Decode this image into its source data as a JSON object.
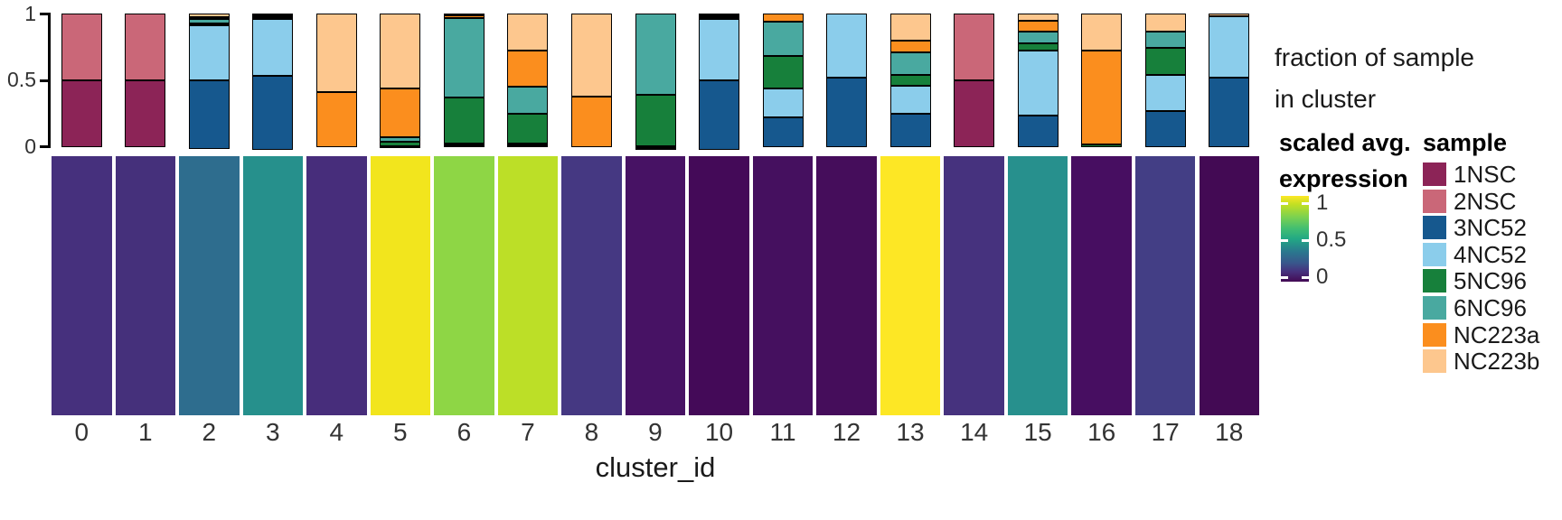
{
  "axis": {
    "yticks": [
      "1",
      "0.5",
      "0"
    ],
    "xlabel": "cluster_id"
  },
  "legends": {
    "fraction_title_line1": "fraction of sample",
    "fraction_title_line2": "in cluster",
    "expression_title_line1": "scaled avg.",
    "expression_title_line2": "expression",
    "colorbar_ticks": [
      "1",
      "0.5",
      "0"
    ],
    "sample_title": "sample",
    "samples": [
      {
        "label": "1NSC",
        "color": "#8c2457"
      },
      {
        "label": "2NSC",
        "color": "#ca6778"
      },
      {
        "label": "3NC52",
        "color": "#16588e"
      },
      {
        "label": "4NC52",
        "color": "#8bcdeb"
      },
      {
        "label": "5NC96",
        "color": "#17803b"
      },
      {
        "label": "6NC96",
        "color": "#49a9a0"
      },
      {
        "label": "NC223a",
        "color": "#fb8e1e"
      },
      {
        "label": "NC223b",
        "color": "#fdc78e"
      }
    ]
  },
  "chart_data": {
    "type": "combo",
    "xlabel": "cluster_id",
    "categories": [
      "0",
      "1",
      "2",
      "3",
      "4",
      "5",
      "6",
      "7",
      "8",
      "9",
      "10",
      "11",
      "12",
      "13",
      "14",
      "15",
      "16",
      "17",
      "18"
    ],
    "panels": [
      {
        "name": "fraction of sample in cluster",
        "type": "stacked_bar",
        "ylim": [
          0,
          1
        ],
        "yticks": [
          0,
          0.5,
          1
        ],
        "stack_order_bottom_to_top": [
          "1NSC",
          "2NSC",
          "3NC52",
          "4NC52",
          "5NC96",
          "6NC96",
          "NC223a",
          "NC223b"
        ],
        "series": [
          {
            "name": "1NSC",
            "color": "#8c2457",
            "values": [
              0.5,
              0.5,
              0,
              0,
              0,
              0,
              0,
              0.01,
              0,
              0.005,
              0,
              0,
              0,
              0,
              0.5,
              0,
              0,
              0,
              0
            ]
          },
          {
            "name": "2NSC",
            "color": "#ca6778",
            "values": [
              0.5,
              0.5,
              0,
              0,
              0,
              0,
              0,
              0,
              0,
              0,
              0,
              0,
              0,
              0,
              0.5,
              0,
              0,
              0,
              0
            ]
          },
          {
            "name": "3NC52",
            "color": "#16588e",
            "values": [
              0,
              0,
              0.51,
              0.55,
              0,
              0.01,
              0.02,
              0.02,
              0,
              0.005,
              0.52,
              0.22,
              0.52,
              0.25,
              0,
              0.235,
              0,
              0.27,
              0.52
            ]
          },
          {
            "name": "4NC52",
            "color": "#8bcdeb",
            "values": [
              0,
              0,
              0.415,
              0.425,
              0,
              0,
              0.01,
              0,
              0,
              0,
              0.46,
              0.22,
              0.48,
              0.21,
              0,
              0.485,
              0,
              0.27,
              0.46
            ]
          },
          {
            "name": "5NC96",
            "color": "#17803b",
            "values": [
              0,
              0,
              0.01,
              0,
              0,
              0.03,
              0.34,
              0.22,
              0,
              0.385,
              0,
              0.24,
              0,
              0.08,
              0,
              0.06,
              0.02,
              0.2,
              0
            ]
          },
          {
            "name": "6NC96",
            "color": "#49a9a0",
            "values": [
              0,
              0,
              0.035,
              0.005,
              0,
              0.035,
              0.595,
              0.2,
              0,
              0.605,
              0.005,
              0.26,
              0,
              0.17,
              0,
              0.085,
              0,
              0.125,
              0
            ]
          },
          {
            "name": "NC223a",
            "color": "#fb8e1e",
            "values": [
              0,
              0,
              0.005,
              0.005,
              0.41,
              0.365,
              0.02,
              0.27,
              0.38,
              0,
              0.005,
              0.06,
              0,
              0.09,
              0,
              0.08,
              0.7,
              0,
              0
            ]
          },
          {
            "name": "NC223b",
            "color": "#fdc78e",
            "values": [
              0,
              0,
              0.025,
              0.015,
              0.59,
              0.56,
              0.015,
              0.28,
              0.62,
              0,
              0.01,
              0,
              0,
              0.2,
              0,
              0.055,
              0.28,
              0.135,
              0.02
            ]
          }
        ]
      },
      {
        "name": "scaled avg. expression",
        "type": "heatmap",
        "scale_ticks": [
          0,
          0.5,
          1
        ],
        "values": [
          0.18,
          0.18,
          0.45,
          0.55,
          0.15,
          0.93,
          0.8,
          0.85,
          0.2,
          0.08,
          0.04,
          0.07,
          0.05,
          0.97,
          0.18,
          0.55,
          0.06,
          0.25,
          0.02
        ],
        "cell_colors": [
          "#46307d",
          "#45307b",
          "#2e6d8e",
          "#26908c",
          "#472d7b",
          "#f2e51d",
          "#8ed645",
          "#bcdf27",
          "#453882",
          "#471264",
          "#440a58",
          "#45105f",
          "#450d5b",
          "#fde725",
          "#46327e",
          "#27908d",
          "#470e61",
          "#433e85",
          "#430a54"
        ]
      }
    ]
  }
}
